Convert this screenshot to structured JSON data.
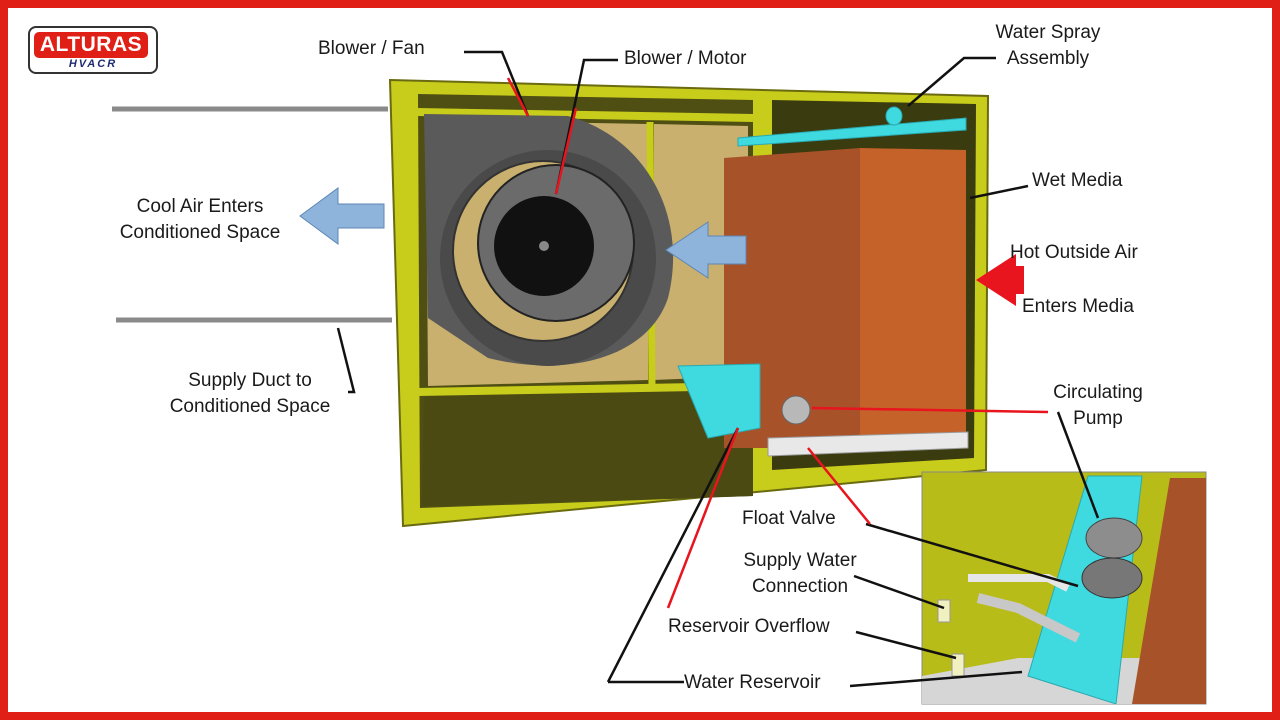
{
  "logo": {
    "brand": "ALTURAS",
    "sub": "HVACR"
  },
  "labels": {
    "blower_fan": "Blower / Fan",
    "blower_motor": "Blower / Motor",
    "water_spray_1": "Water Spray",
    "water_spray_2": "Assembly",
    "wet_media": "Wet Media",
    "cool_air_1": "Cool Air Enters",
    "cool_air_2": "Conditioned Space",
    "hot_air_1": "Hot Outside Air",
    "hot_air_2": "Enters Media",
    "supply_duct_1": "Supply Duct to",
    "supply_duct_2": "Conditioned Space",
    "pump_1": "Circulating",
    "pump_2": "Pump",
    "float_valve": "Float Valve",
    "supply_water_1": "Supply Water",
    "supply_water_2": "Connection",
    "overflow": "Reservoir Overflow",
    "reservoir": "Water Reservoir"
  },
  "colors": {
    "border": "#e02016",
    "cabinet": "#c8cc1a",
    "cabinet_dark": "#4f4f14",
    "panel_tan": "#c9b06e",
    "media": "#c4622a",
    "water": "#3fd9e0",
    "blue_arrow": "#8fb4dc",
    "red_arrow": "#e8141e",
    "fan_gray": "#5a5a5a"
  }
}
